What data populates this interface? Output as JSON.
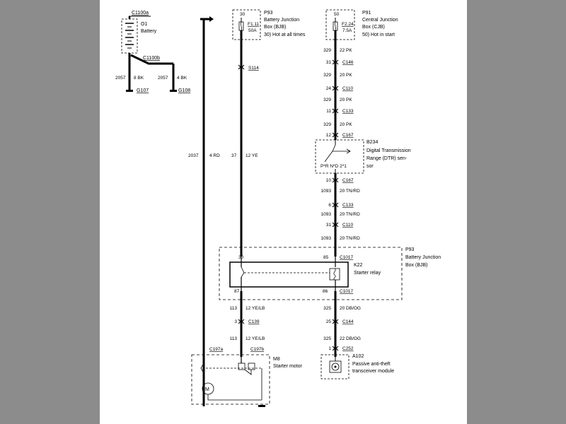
{
  "components": {
    "battery": {
      "conn": "C1100a",
      "ref": "O1",
      "name": "Battery"
    },
    "c1100b": "C1100b",
    "g107": {
      "circuit": "2057",
      "wire": "8 BK",
      "ground": "G107"
    },
    "g108": {
      "circuit": "2057",
      "wire": "4 BK",
      "ground": "G108"
    },
    "p93_top": {
      "pin": "30",
      "ref": "P93",
      "name1": "Battery Junction",
      "name2": "Box (BJB)",
      "fuse": "F1.11",
      "amp": "50A",
      "note": "30)  Hot at all times"
    },
    "p91": {
      "pin": "50",
      "ref": "P91",
      "name1": "Central Junction",
      "name2": "Box (CJB)",
      "fuse": "F2.24",
      "amp": "7.5A",
      "note": "50)  Hot in start"
    },
    "splice": "S114",
    "left_wire": {
      "circuit": "2037",
      "wire": "4 RD"
    },
    "mid_wire": {
      "circuit": "37",
      "wire": "12 YE"
    },
    "right_top_wires": [
      {
        "circuit": "329",
        "wire": "22 PK"
      },
      {
        "circuit": "31",
        "conn": "C146"
      },
      {
        "circuit": "329",
        "wire": "20 PK"
      },
      {
        "circuit": "24",
        "conn": "C110"
      },
      {
        "circuit": "329",
        "wire": "20 PK"
      },
      {
        "circuit": "11",
        "conn": "C133"
      },
      {
        "circuit": "329",
        "wire": "20 PK"
      },
      {
        "circuit": "12",
        "conn": "C167"
      }
    ],
    "dtr": {
      "ref": "B234",
      "name1": "Digital Transmission",
      "name2": "Range (DTR) sen-",
      "name3": "sor",
      "gears": "P*R N*D 2*1"
    },
    "right_mid_wires": [
      {
        "circuit": "10",
        "conn": "C167"
      },
      {
        "circuit": "1093",
        "wire": "20 TN/RD"
      },
      {
        "circuit": "6",
        "conn": "C133"
      },
      {
        "circuit": "1093",
        "wire": "20 TN/RD"
      },
      {
        "circuit": "31",
        "conn": "C110"
      },
      {
        "circuit": "1093",
        "wire": "20 TN/RD"
      }
    ],
    "p93_relay": {
      "ref": "P93",
      "name1": "Battery Junction",
      "name2": "Box (BJB)",
      "pin30": "30",
      "pin85": "85",
      "conn_top": "C1017",
      "pin87": "87",
      "pin86": "86",
      "conn_bot": "C1017",
      "relay_ref": "K22",
      "relay_name": "Starter relay"
    },
    "lower_left_wires": [
      {
        "circuit": "113",
        "wire": "12 YE/LB"
      },
      {
        "circuit": "3",
        "conn": "C139"
      },
      {
        "circuit": "113",
        "wire": "12 YE/LB"
      }
    ],
    "lower_right_wires": [
      {
        "circuit": "325",
        "wire": "20 DB/OG"
      },
      {
        "circuit": "25",
        "conn": "C144"
      },
      {
        "circuit": "325",
        "wire": "22 DB/OG"
      },
      {
        "circuit": "1",
        "conn": "C252"
      }
    ],
    "starter": {
      "conn_a": "C197a",
      "conn_b": "C197b",
      "ref": "M8",
      "name": "Starter motor",
      "motor": "M"
    },
    "pats": {
      "ref": "A102",
      "name1": "Passive anti-theft",
      "name2": "transceiver module"
    }
  }
}
